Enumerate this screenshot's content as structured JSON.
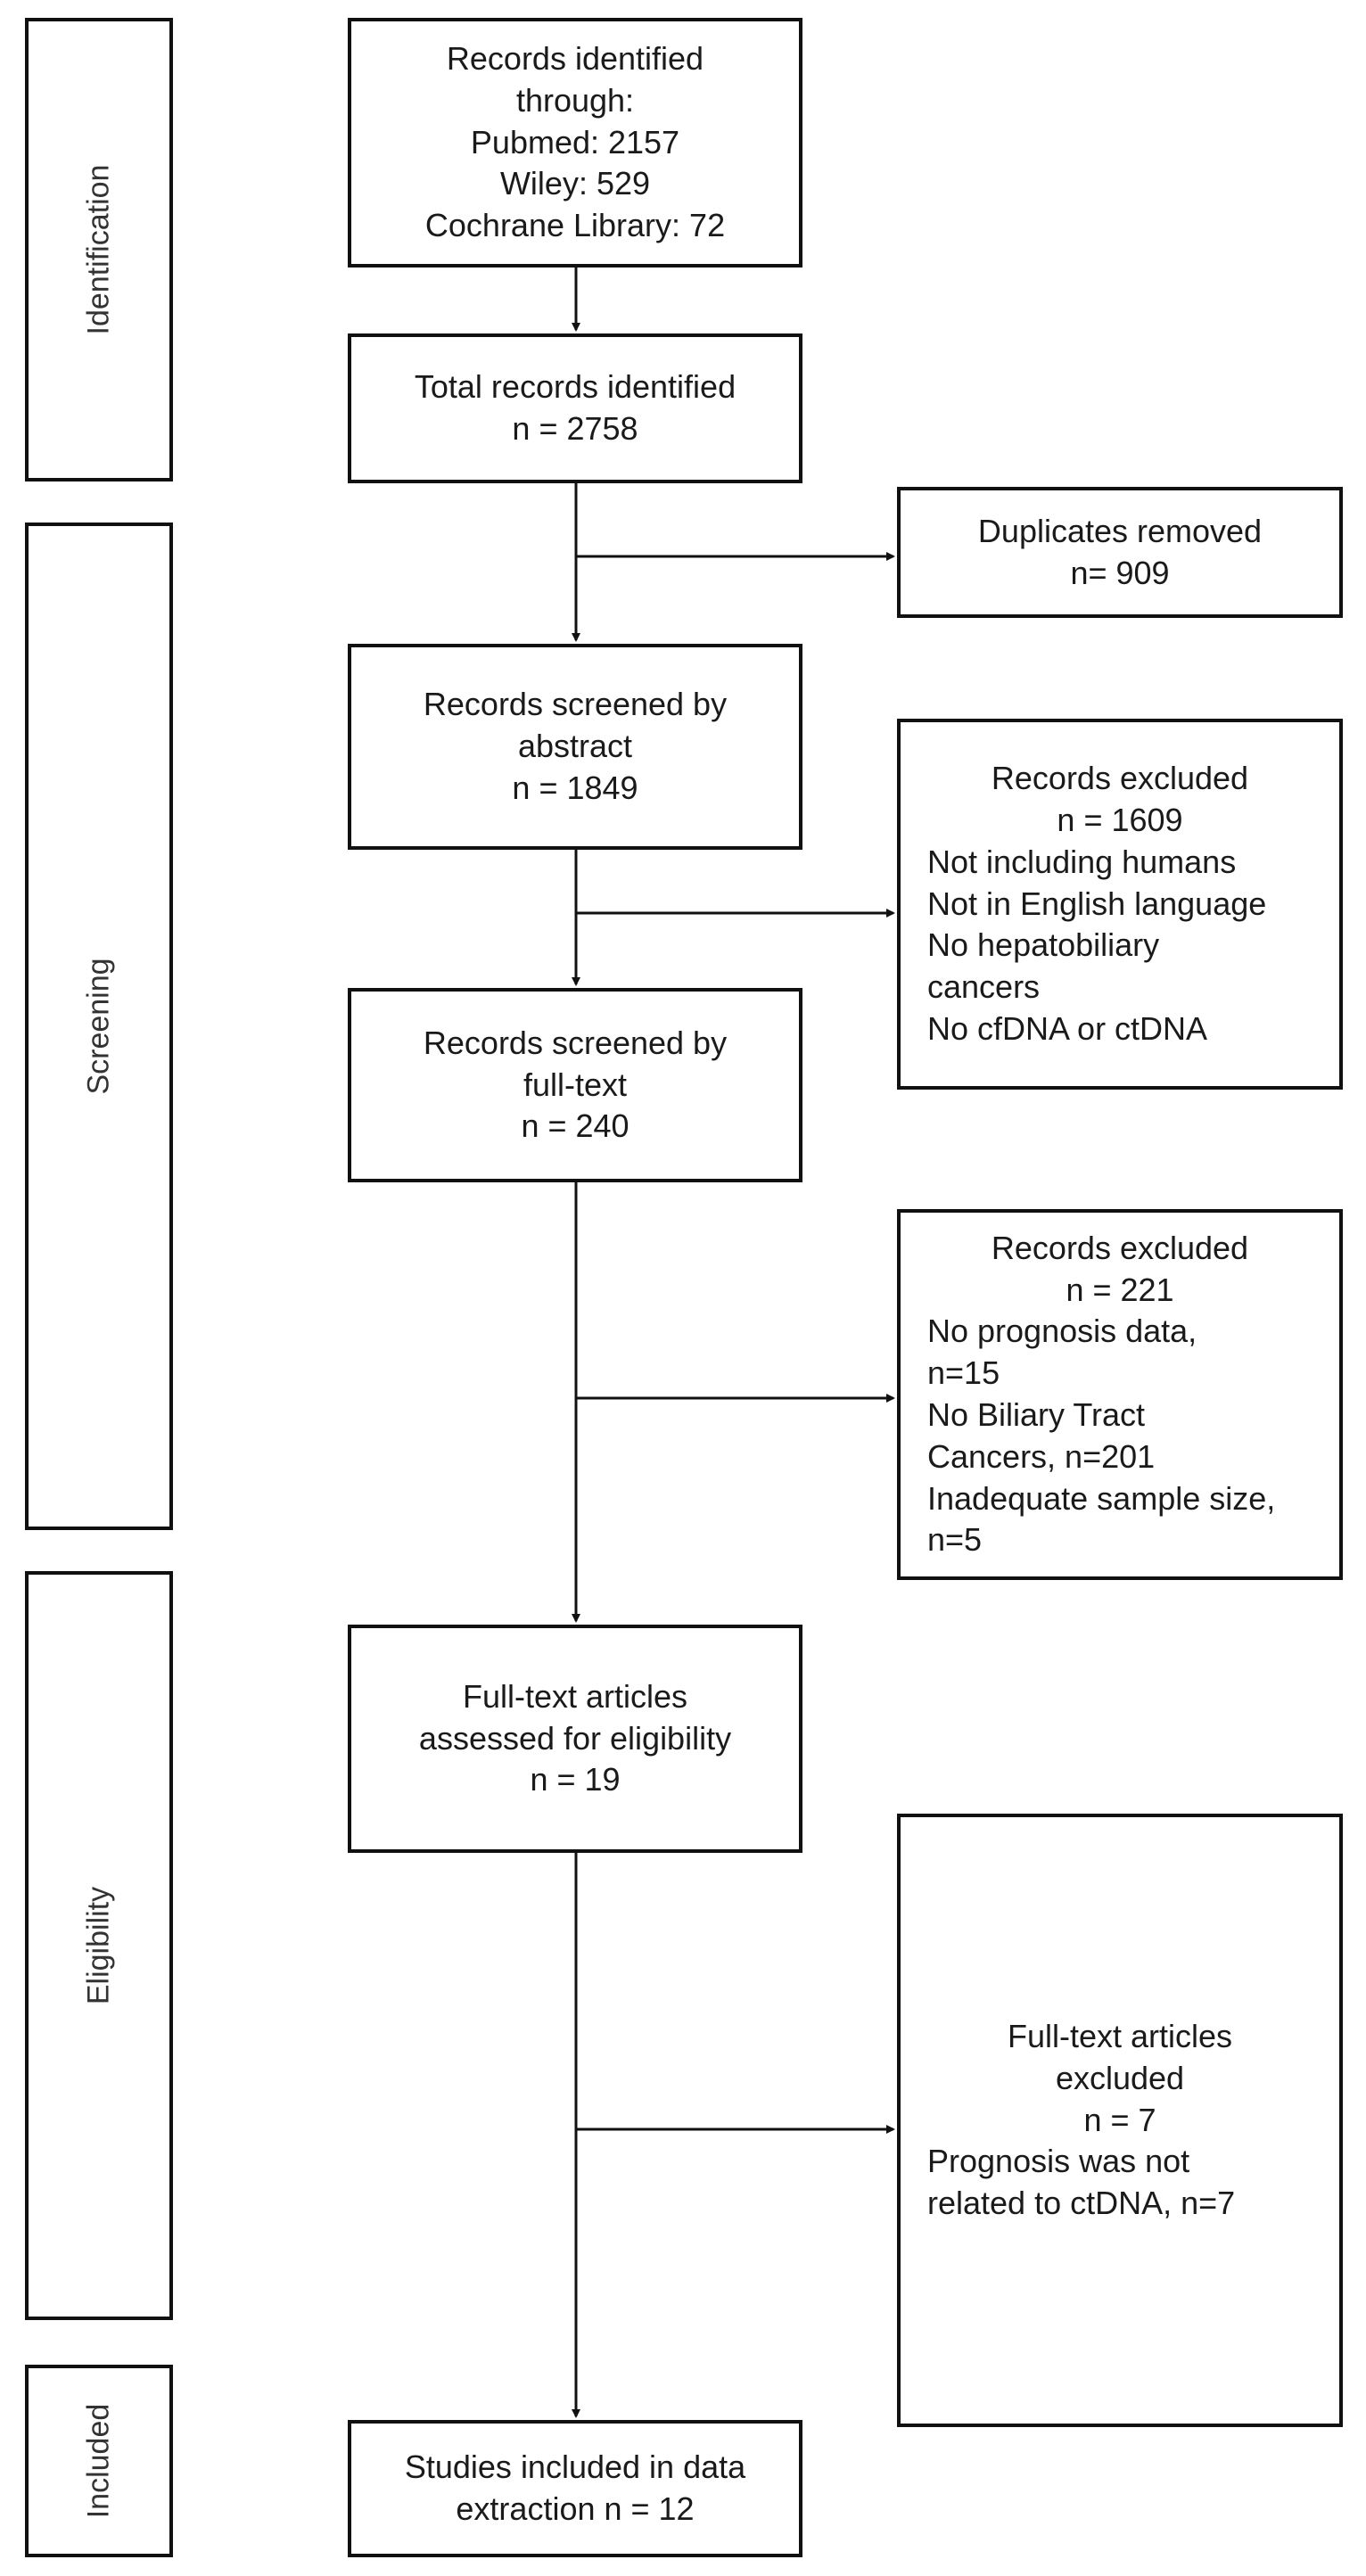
{
  "phases": {
    "identification": "Identification",
    "screening": "Screening",
    "eligibility": "Eligibility",
    "included": "Included"
  },
  "boxes": {
    "identified": {
      "lines": [
        "Records identified",
        "through:",
        "Pubmed: 2157",
        "Wiley: 529",
        "Cochrane Library: 72"
      ]
    },
    "total": {
      "lines": [
        "Total records identified",
        "n = 2758"
      ]
    },
    "duplicates": {
      "lines": [
        "Duplicates removed",
        "n= 909"
      ]
    },
    "screened_abstract": {
      "lines": [
        "Records screened by",
        "abstract",
        "n = 1849"
      ]
    },
    "excluded_abstract": {
      "heading": [
        "Records excluded",
        "n = 1609"
      ],
      "items": [
        "Not including humans",
        "Not in English language",
        "No hepatobiliary",
        "cancers",
        "No cfDNA or ctDNA"
      ]
    },
    "screened_fulltext": {
      "lines": [
        "Records screened by",
        "full-text",
        "n = 240"
      ]
    },
    "excluded_fulltext": {
      "heading": [
        "Records excluded",
        "n = 221"
      ],
      "items": [
        "No prognosis data,",
        "n=15",
        "No Biliary Tract",
        "Cancers, n=201",
        "Inadequate sample size,",
        "n=5"
      ]
    },
    "eligibility": {
      "lines": [
        "Full-text articles",
        "assessed for eligibility",
        "n = 19"
      ]
    },
    "excluded_eligibility": {
      "heading": [
        "Full-text articles",
        "excluded",
        "n = 7"
      ],
      "items": [
        "Prognosis was not",
        "related to ctDNA, n=7"
      ]
    },
    "included": {
      "lines": [
        "Studies included in data",
        "extraction n = 12"
      ]
    }
  }
}
